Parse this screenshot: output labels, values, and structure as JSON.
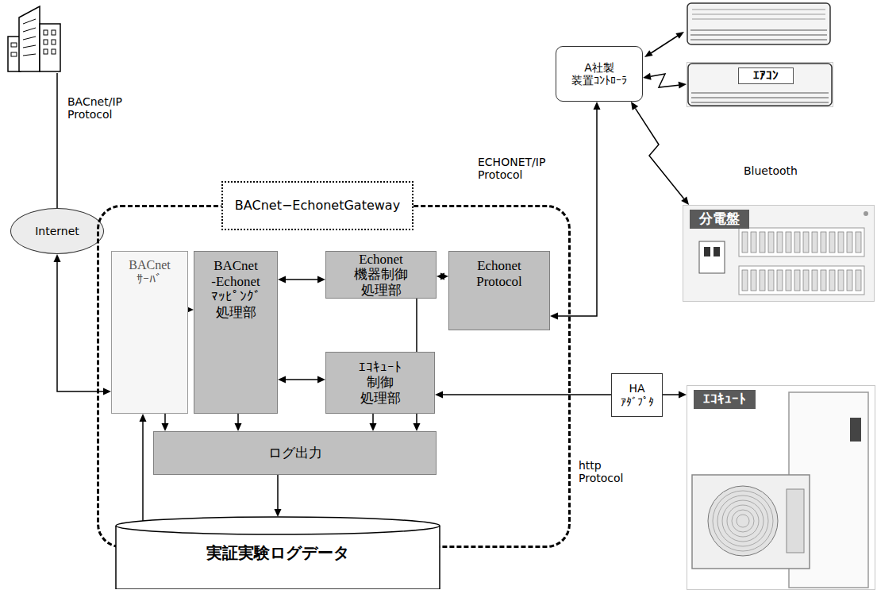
{
  "diagram": {
    "nodes": [
      {
        "text": [
          "Internet"
        ]
      },
      {
        "text": [
          "BACnet−Echonet Gateway"
        ]
      },
      {
        "text": [
          "BACnet ｻｰﾊﾞ"
        ],
        "in": 1
      },
      {
        "text": [
          "BACnet -Echonet ﾏｯﾋﾟﾝｸﾞ 処理部"
        ],
        "in": 1
      },
      {
        "text": [
          "Echonet 機器制御 処理部"
        ],
        "in": 1
      },
      {
        "text": [
          "Echonet Protocol"
        ],
        "in": 1
      },
      {
        "text": [
          "ｴｺｷｭｰﾄ 制御 処理部"
        ],
        "in": 1
      },
      {
        "text": [
          "ログ出力"
        ],
        "in": 1
      },
      {
        "text": [
          "実証実験ログデータ"
        ]
      },
      {
        "text": [
          "A社製 装置ｺﾝﾄﾛｰﾗ"
        ]
      },
      {
        "text": [
          "ｴｱｺﾝ"
        ]
      },
      {
        "text": [
          "分電盤"
        ]
      },
      {
        "text": [
          "HA ｱﾀﾞﾌﾟﾀ"
        ]
      },
      {
        "text": [
          "ｴｺｷｭｰﾄ"
        ]
      }
    ],
    "edges": [
      {
        "from": 0,
        "to": 2,
        "arrow": "both"
      },
      {
        "from": 2,
        "to": 3,
        "arrow": "both"
      },
      {
        "from": 3,
        "to": 4,
        "arrow": "both"
      },
      {
        "from": 3,
        "to": 6,
        "arrow": "both"
      },
      {
        "from": 4,
        "to": 5,
        "arrow": "both"
      },
      {
        "from": 5,
        "to": 9,
        "arrow": "both"
      },
      {
        "from": 9,
        "to": 10,
        "arrow": "both"
      },
      {
        "from": 9,
        "to": 11,
        "arrow": "both"
      },
      {
        "from": 12,
        "to": 6,
        "arrow": "to"
      },
      {
        "from": 12,
        "to": 13,
        "arrow": "to"
      },
      {
        "from": 2,
        "to": 7,
        "arrow": "to"
      },
      {
        "from": 3,
        "to": 7,
        "arrow": "to"
      },
      {
        "from": 6,
        "to": 7,
        "arrow": "to"
      },
      {
        "from": 4,
        "to": 7,
        "arrow": "to"
      },
      {
        "from": 7,
        "to": 8,
        "arrow": "to"
      },
      {
        "from": 8,
        "to": 2,
        "arrow": "to"
      }
    ],
    "labels": [
      "BACnet/IP Protocol",
      "ECHONET/IP Protocol",
      "Bluetooth",
      "http Protocol"
    ]
  }
}
